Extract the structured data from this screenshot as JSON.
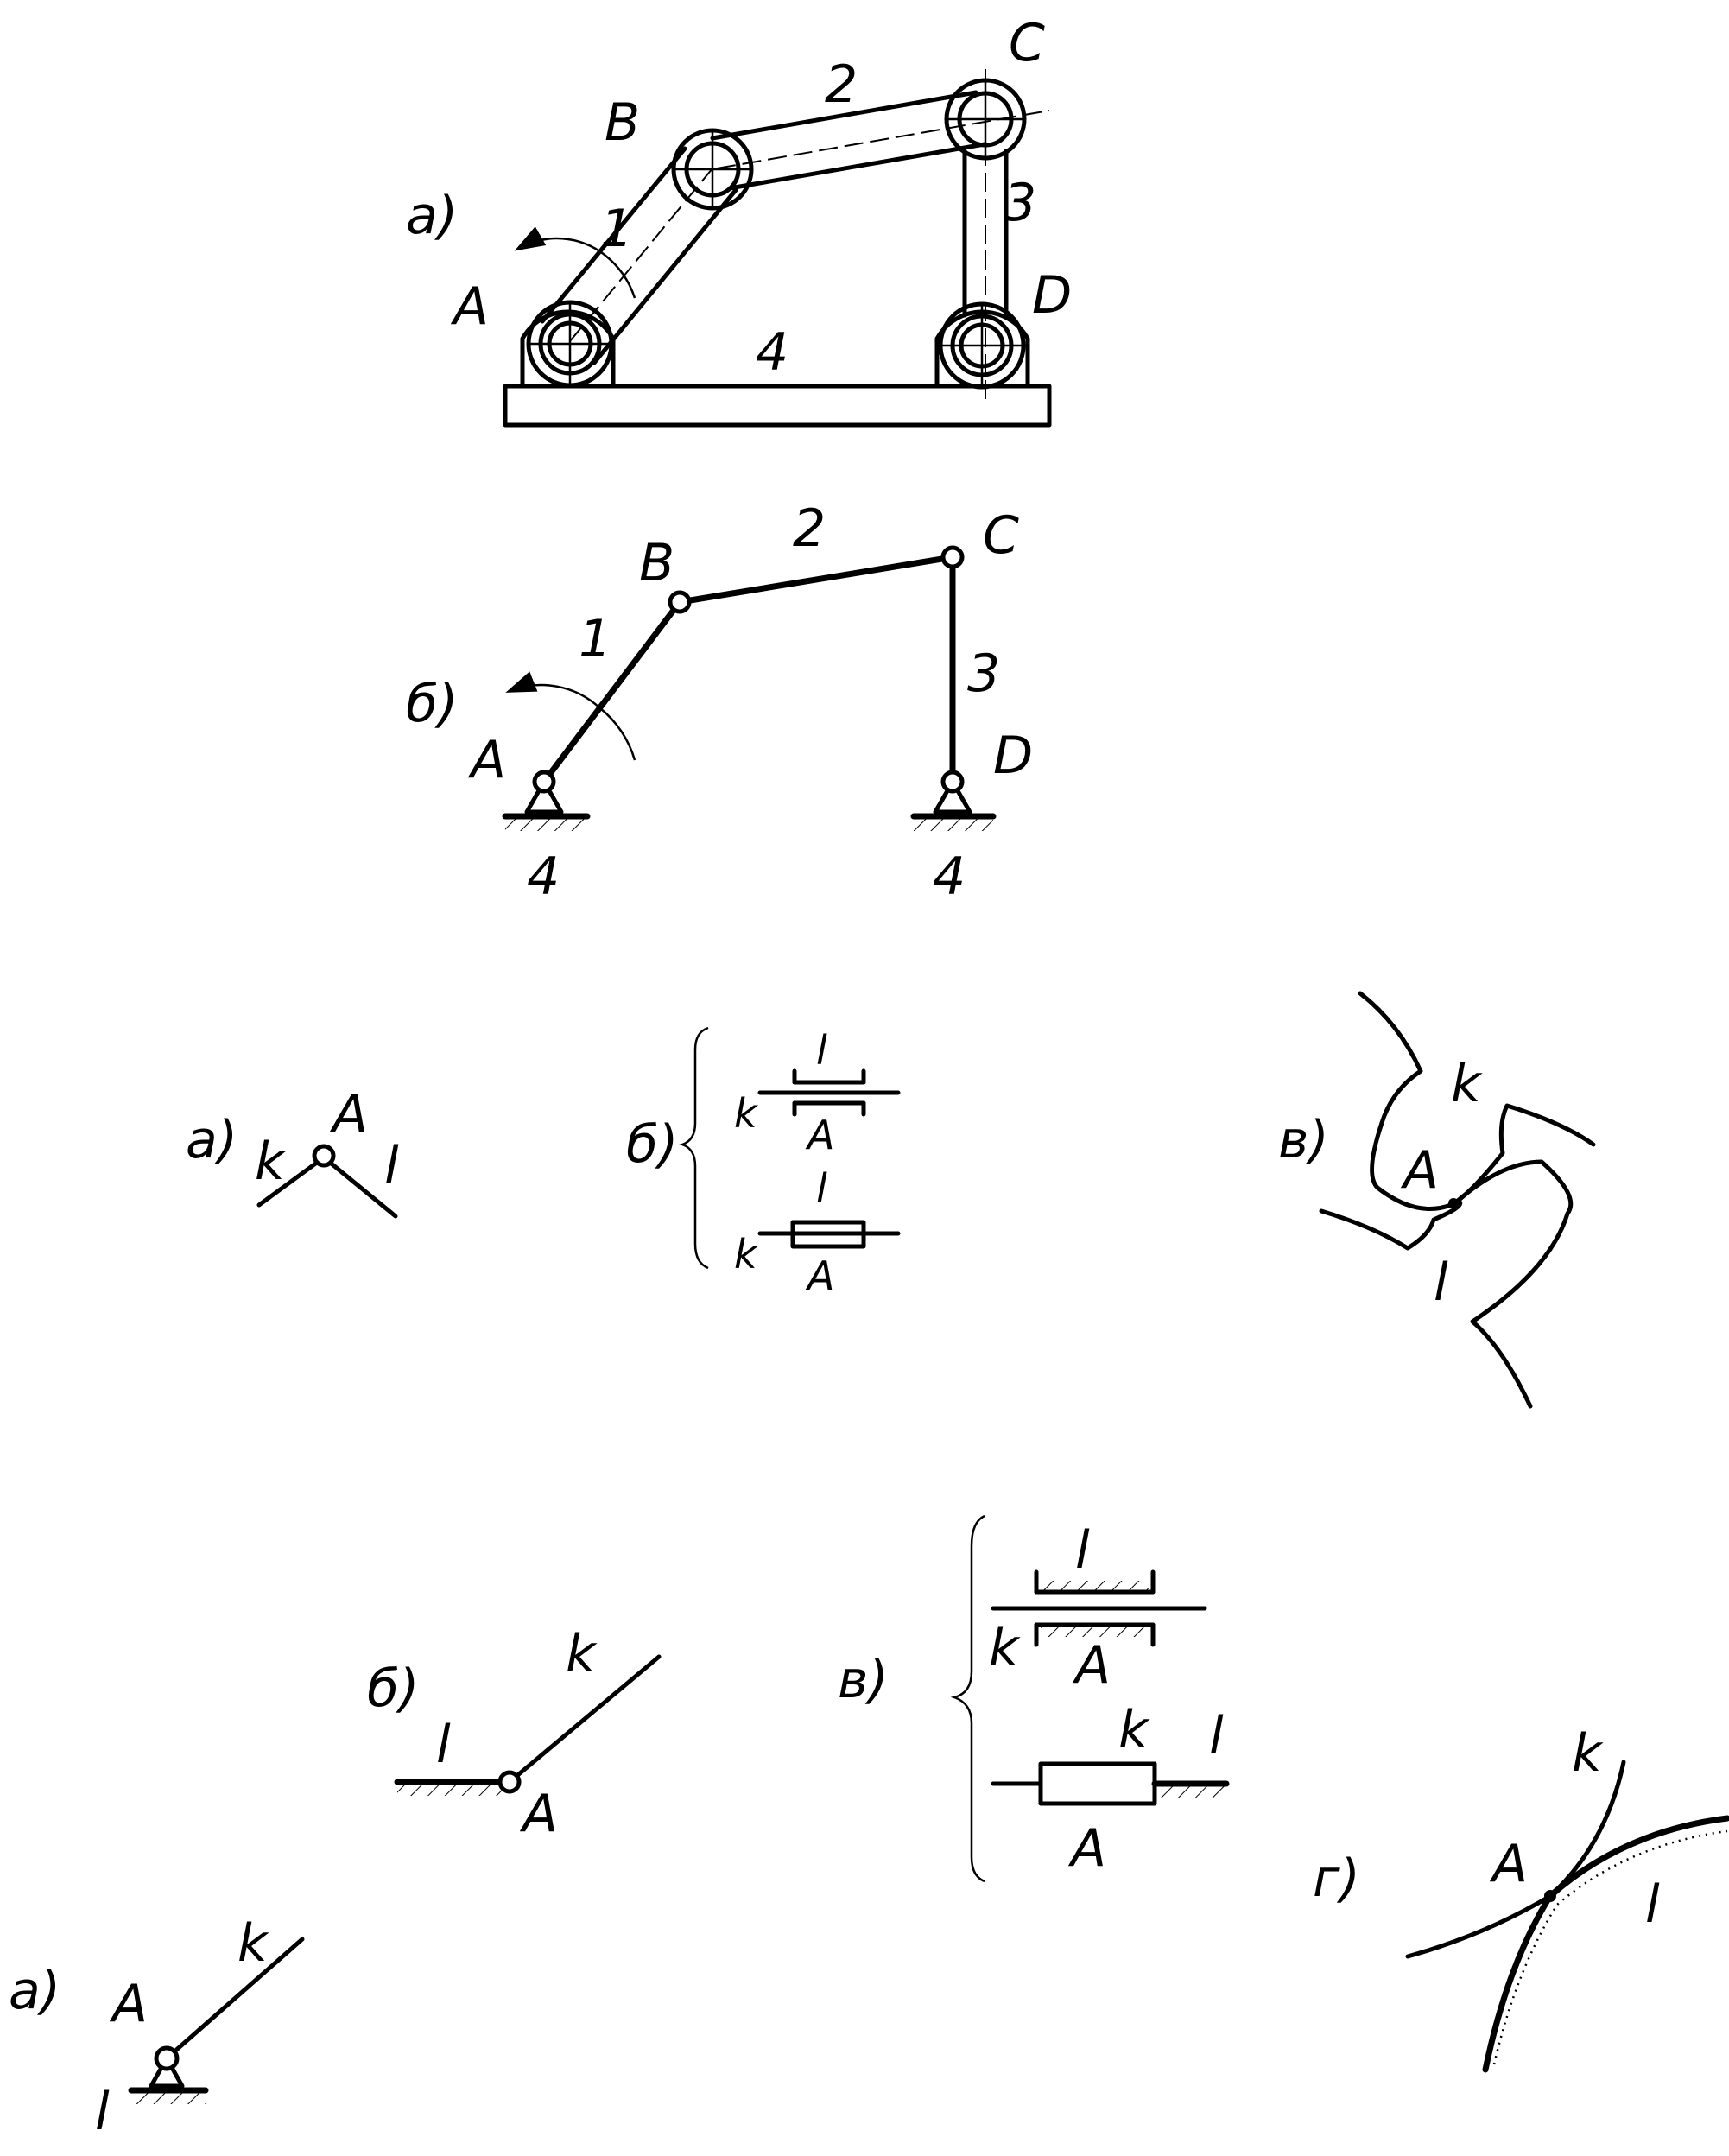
{
  "colors": {
    "ink": "#000000",
    "paper": "#ffffff"
  },
  "figure1": {
    "panel_a": {
      "variant": "а)",
      "points": {
        "A": "A",
        "B": "B",
        "C": "C",
        "D": "D"
      },
      "links": {
        "link1": "1",
        "link2": "2",
        "link3": "3",
        "frame": "4"
      }
    },
    "panel_b": {
      "variant": "б)",
      "points": {
        "A": "A",
        "B": "B",
        "C": "C",
        "D": "D"
      },
      "links": {
        "link1": "1",
        "link2": "2",
        "link3": "3",
        "ground_left": "4",
        "ground_right": "4"
      }
    }
  },
  "figure2": {
    "panel_a": {
      "variant": "а)",
      "point": "A",
      "link_k": "k",
      "link_l": "l"
    },
    "panel_b": {
      "variant": "б)",
      "top": {
        "link_l": "l",
        "link_k": "k",
        "point": "A"
      },
      "bottom": {
        "link_l": "l",
        "link_k": "k",
        "point": "A"
      }
    },
    "panel_c": {
      "variant": "в)",
      "link_k": "k",
      "point": "A",
      "link_l": "l"
    }
  },
  "figure3": {
    "panel_a": {
      "variant": "а)",
      "point": "A",
      "link_k": "k",
      "link_l": "l"
    },
    "panel_b": {
      "variant": "б)",
      "link_k": "k",
      "link_l": "l",
      "point": "A"
    },
    "panel_c": {
      "variant": "в)",
      "top": {
        "link_l": "l",
        "link_k": "k",
        "point": "A"
      },
      "bottom": {
        "link_k": "k",
        "link_l": "l",
        "point": "A"
      }
    },
    "panel_d": {
      "variant": "г)",
      "link_k": "k",
      "point": "A",
      "link_l": "l"
    }
  }
}
